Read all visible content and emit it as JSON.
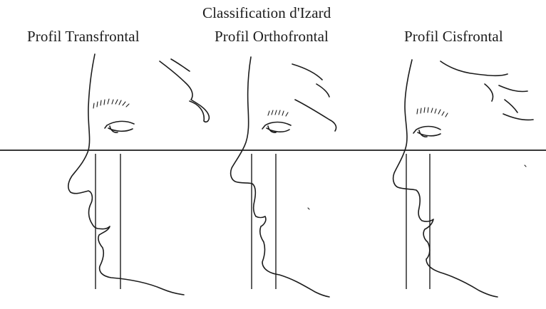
{
  "diagram": {
    "title": "Classification d'Izard",
    "profiles": [
      {
        "label": "Profil Transfrontal"
      },
      {
        "label": "Profil Orthofrontal"
      },
      {
        "label": "Profil Cisfrontal"
      }
    ]
  },
  "colors": {
    "ink": "#1c1c1c",
    "paper": "#ffffff"
  }
}
